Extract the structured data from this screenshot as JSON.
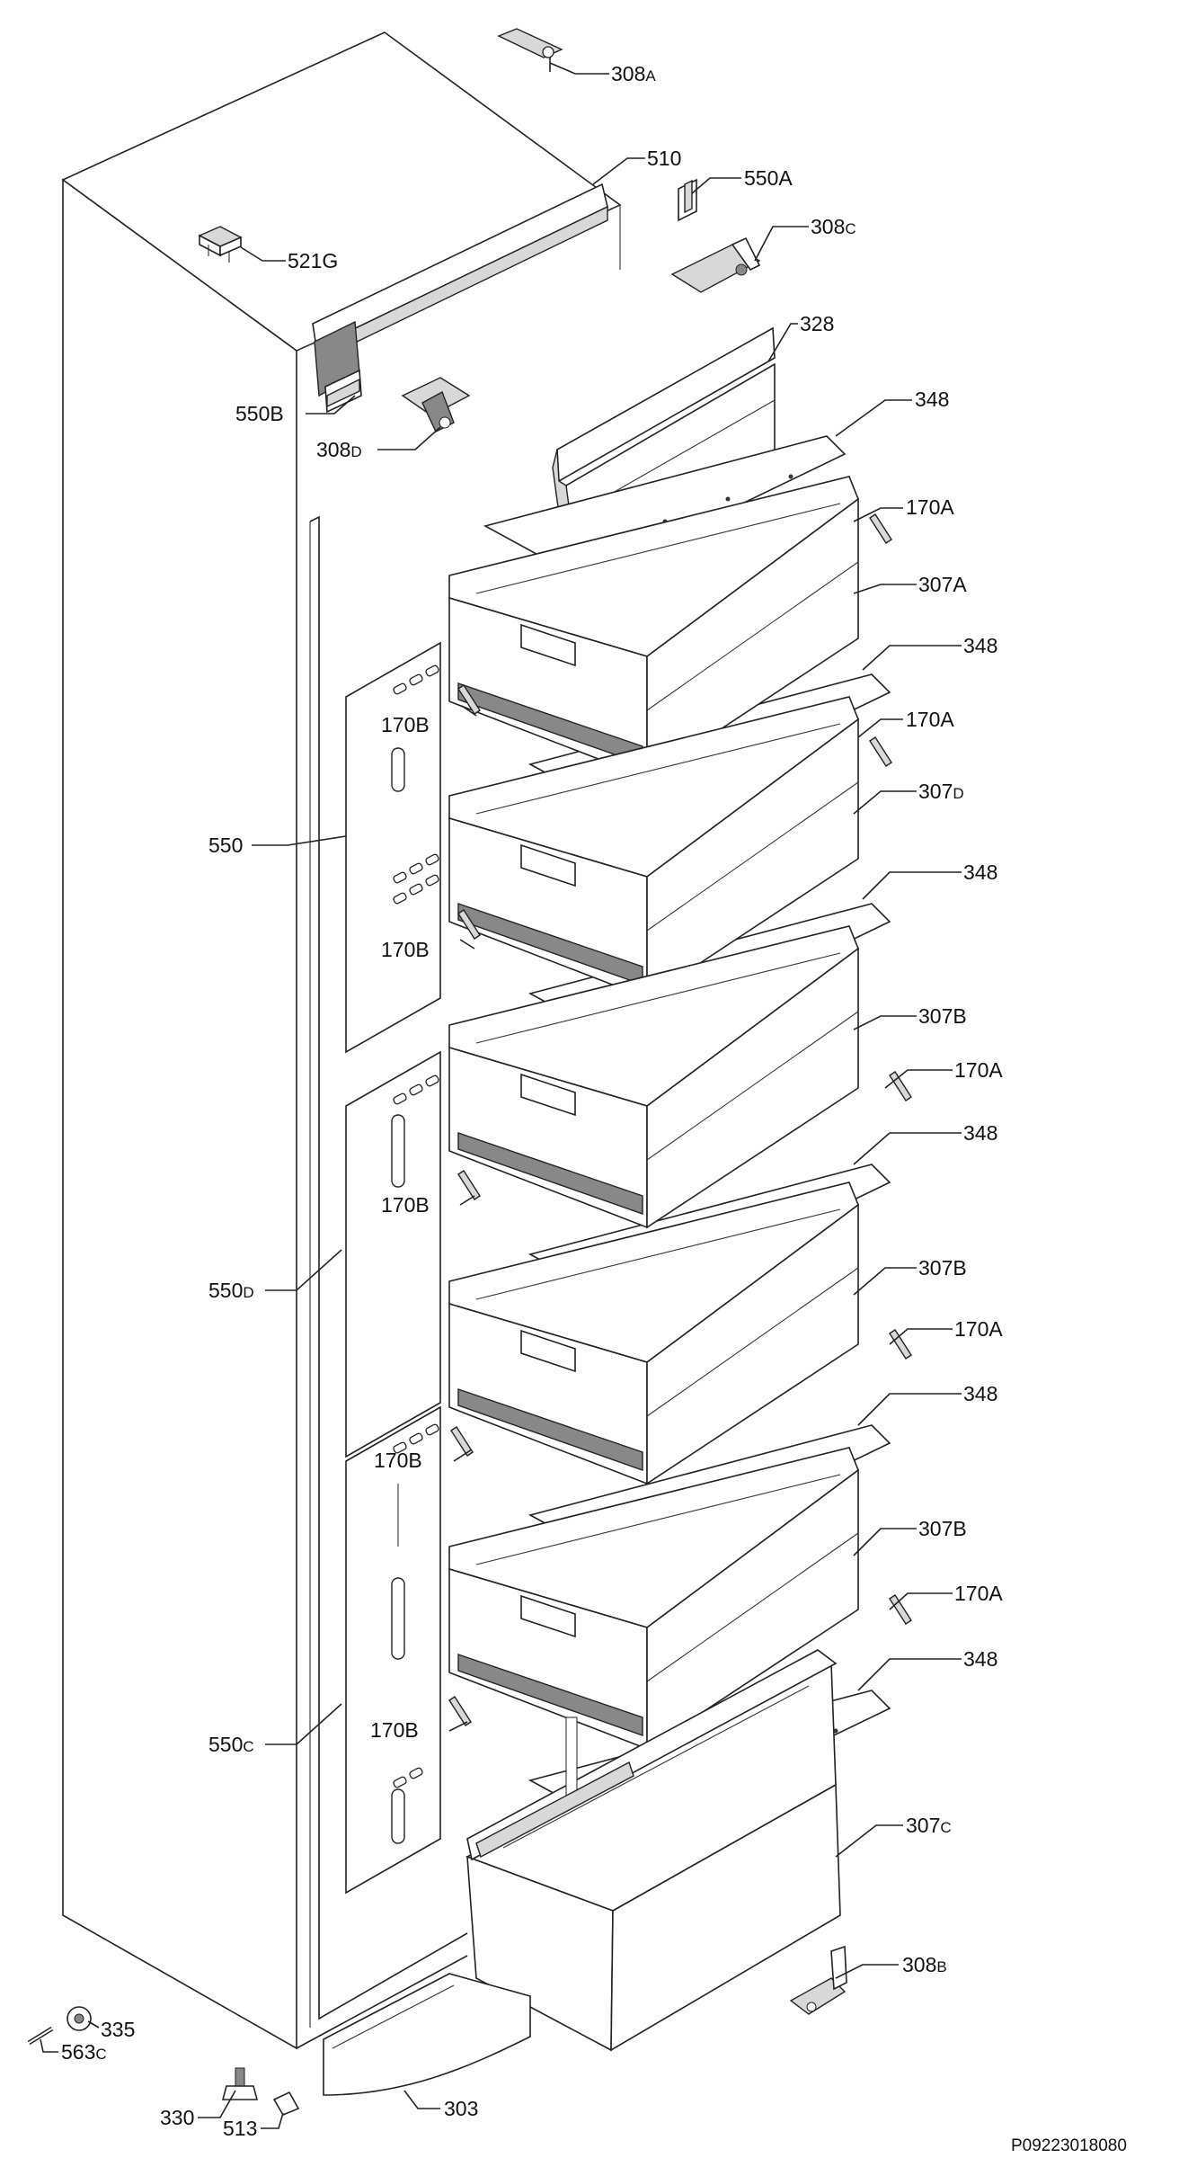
{
  "labels": {
    "l308A": {
      "main": "308",
      "sub": "A"
    },
    "l510": {
      "main": "510",
      "sub": ""
    },
    "l550A": {
      "main": "550A",
      "sub": ""
    },
    "l308C": {
      "main": "308",
      "sub": "C"
    },
    "l521G": {
      "main": "521G",
      "sub": ""
    },
    "l328": {
      "main": "328",
      "sub": ""
    },
    "l550B": {
      "main": "550B",
      "sub": ""
    },
    "l308D": {
      "main": "308",
      "sub": "D"
    },
    "l348_1": {
      "main": "348",
      "sub": ""
    },
    "l170A_1": {
      "main": "170A",
      "sub": ""
    },
    "l307A": {
      "main": "307A",
      "sub": ""
    },
    "l348_2": {
      "main": "348",
      "sub": ""
    },
    "l170B_1": {
      "main": "170B",
      "sub": ""
    },
    "l170A_2": {
      "main": "170A",
      "sub": ""
    },
    "l307D": {
      "main": "307",
      "sub": "D"
    },
    "l550": {
      "main": "550",
      "sub": ""
    },
    "l348_3": {
      "main": "348",
      "sub": ""
    },
    "l170B_2": {
      "main": "170B",
      "sub": ""
    },
    "l307B_1": {
      "main": "307B",
      "sub": ""
    },
    "l170A_3": {
      "main": "170A",
      "sub": ""
    },
    "l348_4": {
      "main": "348",
      "sub": ""
    },
    "l170B_3": {
      "main": "170B",
      "sub": ""
    },
    "l550D": {
      "main": "550",
      "sub": "D"
    },
    "l307B_2": {
      "main": "307B",
      "sub": ""
    },
    "l170A_4": {
      "main": "170A",
      "sub": ""
    },
    "l348_5": {
      "main": "348",
      "sub": ""
    },
    "l170B_4": {
      "main": "170B",
      "sub": ""
    },
    "l307B_3": {
      "main": "307B",
      "sub": ""
    },
    "l170A_5": {
      "main": "170A",
      "sub": ""
    },
    "l348_6": {
      "main": "348",
      "sub": ""
    },
    "l170B_5": {
      "main": "170B",
      "sub": ""
    },
    "l550C": {
      "main": "550",
      "sub": "C"
    },
    "l307C": {
      "main": "307",
      "sub": "C"
    },
    "l308B": {
      "main": "308",
      "sub": "B"
    },
    "l335": {
      "main": "335",
      "sub": ""
    },
    "l563C": {
      "main": "563",
      "sub": "C"
    },
    "l330": {
      "main": "330",
      "sub": ""
    },
    "l513": {
      "main": "513",
      "sub": ""
    },
    "l303": {
      "main": "303",
      "sub": ""
    }
  },
  "reference_code": "P09223018080"
}
